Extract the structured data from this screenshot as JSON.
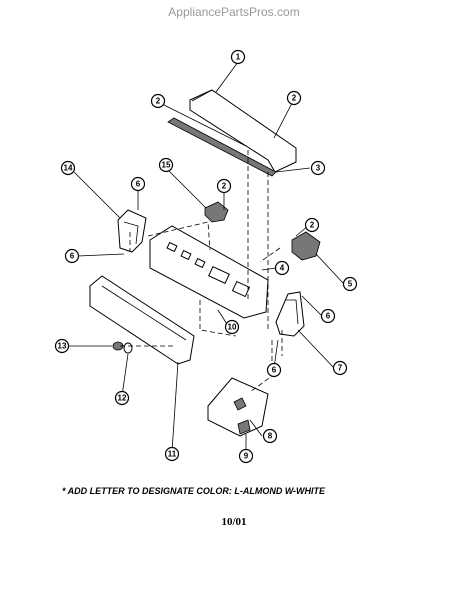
{
  "watermark": "AppliancePartsPros.com",
  "note": "* ADD LETTER TO DESIGNATE COLOR: L-ALMOND  W-WHITE",
  "date_code": "10/01",
  "callouts": [
    {
      "id": "c1",
      "label": "1"
    },
    {
      "id": "c2a",
      "label": "2"
    },
    {
      "id": "c2b",
      "label": "2"
    },
    {
      "id": "c3",
      "label": "3"
    },
    {
      "id": "c15",
      "label": "15"
    },
    {
      "id": "c2c",
      "label": "2"
    },
    {
      "id": "c14",
      "label": "14"
    },
    {
      "id": "c6a",
      "label": "6"
    },
    {
      "id": "c2d",
      "label": "2"
    },
    {
      "id": "c6b",
      "label": "6"
    },
    {
      "id": "c4",
      "label": "4"
    },
    {
      "id": "c5",
      "label": "5"
    },
    {
      "id": "c6c",
      "label": "6"
    },
    {
      "id": "c10",
      "label": "10"
    },
    {
      "id": "c7",
      "label": "7"
    },
    {
      "id": "c13",
      "label": "13"
    },
    {
      "id": "c6d",
      "label": "6"
    },
    {
      "id": "c12",
      "label": "12"
    },
    {
      "id": "c8",
      "label": "8"
    },
    {
      "id": "c11",
      "label": "11"
    },
    {
      "id": "c9",
      "label": "9"
    }
  ]
}
